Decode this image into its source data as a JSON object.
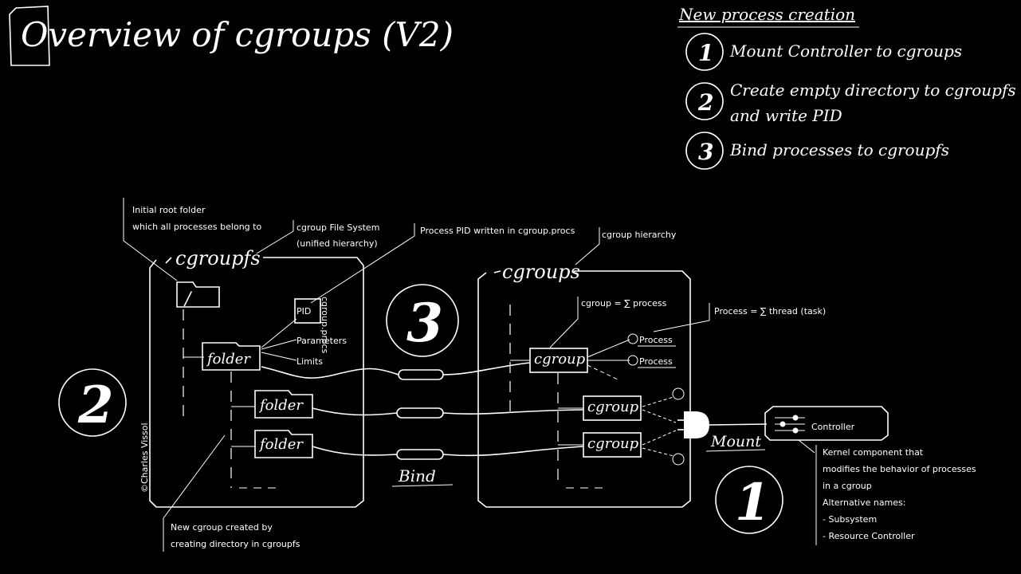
{
  "title": "Overview of cgroups (V2)",
  "steps": {
    "heading": "New process creation",
    "items": [
      {
        "number": "1",
        "label": "Mount Controller to cgroups"
      },
      {
        "number": "2",
        "label_line1": "Create empty directory to cgroupfs",
        "label_line2": "and write PID"
      },
      {
        "number": "3",
        "label": "Bind processes to cgroupfs"
      }
    ]
  },
  "annotations": {
    "root_line1": "Initial root folder",
    "root_line2": "which all processes belong to",
    "fs_line1": "cgroup File System",
    "fs_line2": "(unified hierarchy)",
    "pid_note": "Process PID written in cgroup.procs",
    "hierarchy_note": "cgroup hierarchy",
    "cgroup_sum": "cgroup = ∑ process",
    "process_sum": "Process = ∑ thread (task)",
    "newgroup_line1": "New cgroup created by",
    "newgroup_line2": "creating directory in cgroupfs",
    "ctrl_line1": "Kernel component that",
    "ctrl_line2": "modifies the behavior of processes",
    "ctrl_line3": "in a cgroup",
    "ctrl_line4": "Alternative names:",
    "ctrl_line5": "- Subsystem",
    "ctrl_line6": "- Resource Controller",
    "credit": "©Charles Vissol"
  },
  "cgroupfs": {
    "title": "cgroupfs",
    "root": "/",
    "pid": "PID",
    "pid_sub": "cgroup.procs",
    "parameters": "Parameters",
    "limits": "Limits",
    "folder1": "folder",
    "folder2": "folder",
    "folder3": "folder"
  },
  "cgroups": {
    "title": "cgroups",
    "cgroup1": "cgroup",
    "cgroup2": "cgroup",
    "cgroup3": "cgroup",
    "process1": "Process",
    "process2": "Process"
  },
  "bind_label": "Bind",
  "mount_label": "Mount",
  "controller_label": "Controller"
}
